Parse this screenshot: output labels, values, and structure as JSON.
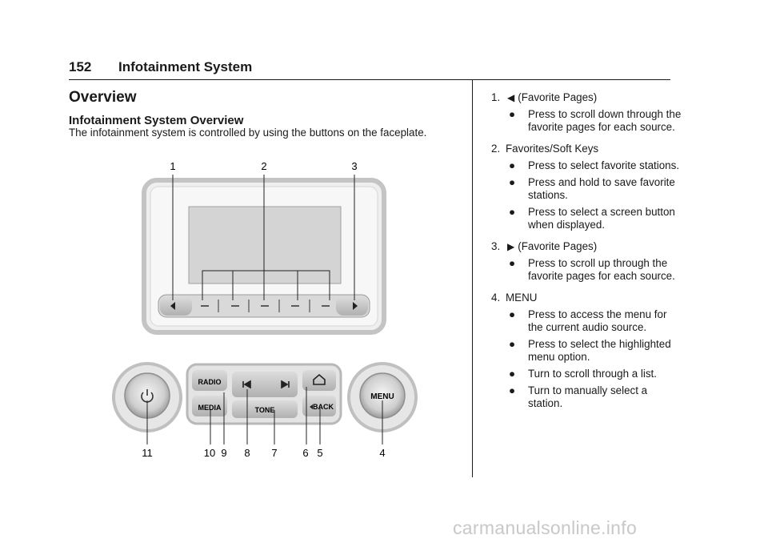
{
  "header": {
    "page_number": "152",
    "section": "Infotainment System"
  },
  "main": {
    "heading": "Overview",
    "subheading": "Infotainment System Overview",
    "intro": "The infotainment system is controlled by using the buttons on the faceplate."
  },
  "figure": {
    "callouts_top": [
      "1",
      "2",
      "3"
    ],
    "callouts_bottom": [
      "11",
      "10",
      "9",
      "8",
      "7",
      "6",
      "5",
      "4"
    ],
    "button_labels": {
      "radio": "RADIO",
      "media": "MEDIA",
      "tone": "TONE",
      "back": "BACK",
      "menu": "MENU"
    },
    "icons": [
      "left-arrow-icon",
      "right-arrow-icon",
      "power-icon",
      "previous-track-icon",
      "next-track-icon",
      "home-icon",
      "back-arrow-icon"
    ]
  },
  "list": [
    {
      "number": "1.",
      "icon": "left-arrow-icon",
      "glyph": "◀",
      "label": "(Favorite Pages)",
      "bullets": [
        "Press to scroll down through the favorite pages for each source."
      ]
    },
    {
      "number": "2.",
      "label": "Favorites/Soft Keys",
      "bullets": [
        "Press to select favorite stations.",
        "Press and hold to save favorite stations.",
        "Press to select a screen button when displayed."
      ]
    },
    {
      "number": "3.",
      "icon": "right-arrow-icon",
      "glyph": "▶",
      "label": "(Favorite Pages)",
      "bullets": [
        "Press to scroll up through the favorite pages for each source."
      ]
    },
    {
      "number": "4.",
      "label": "MENU",
      "bullets": [
        "Press to access the menu for the current audio source.",
        "Press to select the highlighted menu option.",
        "Turn to scroll through a list.",
        "Turn to manually select a station."
      ]
    }
  ],
  "bullet_char": "●",
  "watermark": "carmanualsonline.info"
}
